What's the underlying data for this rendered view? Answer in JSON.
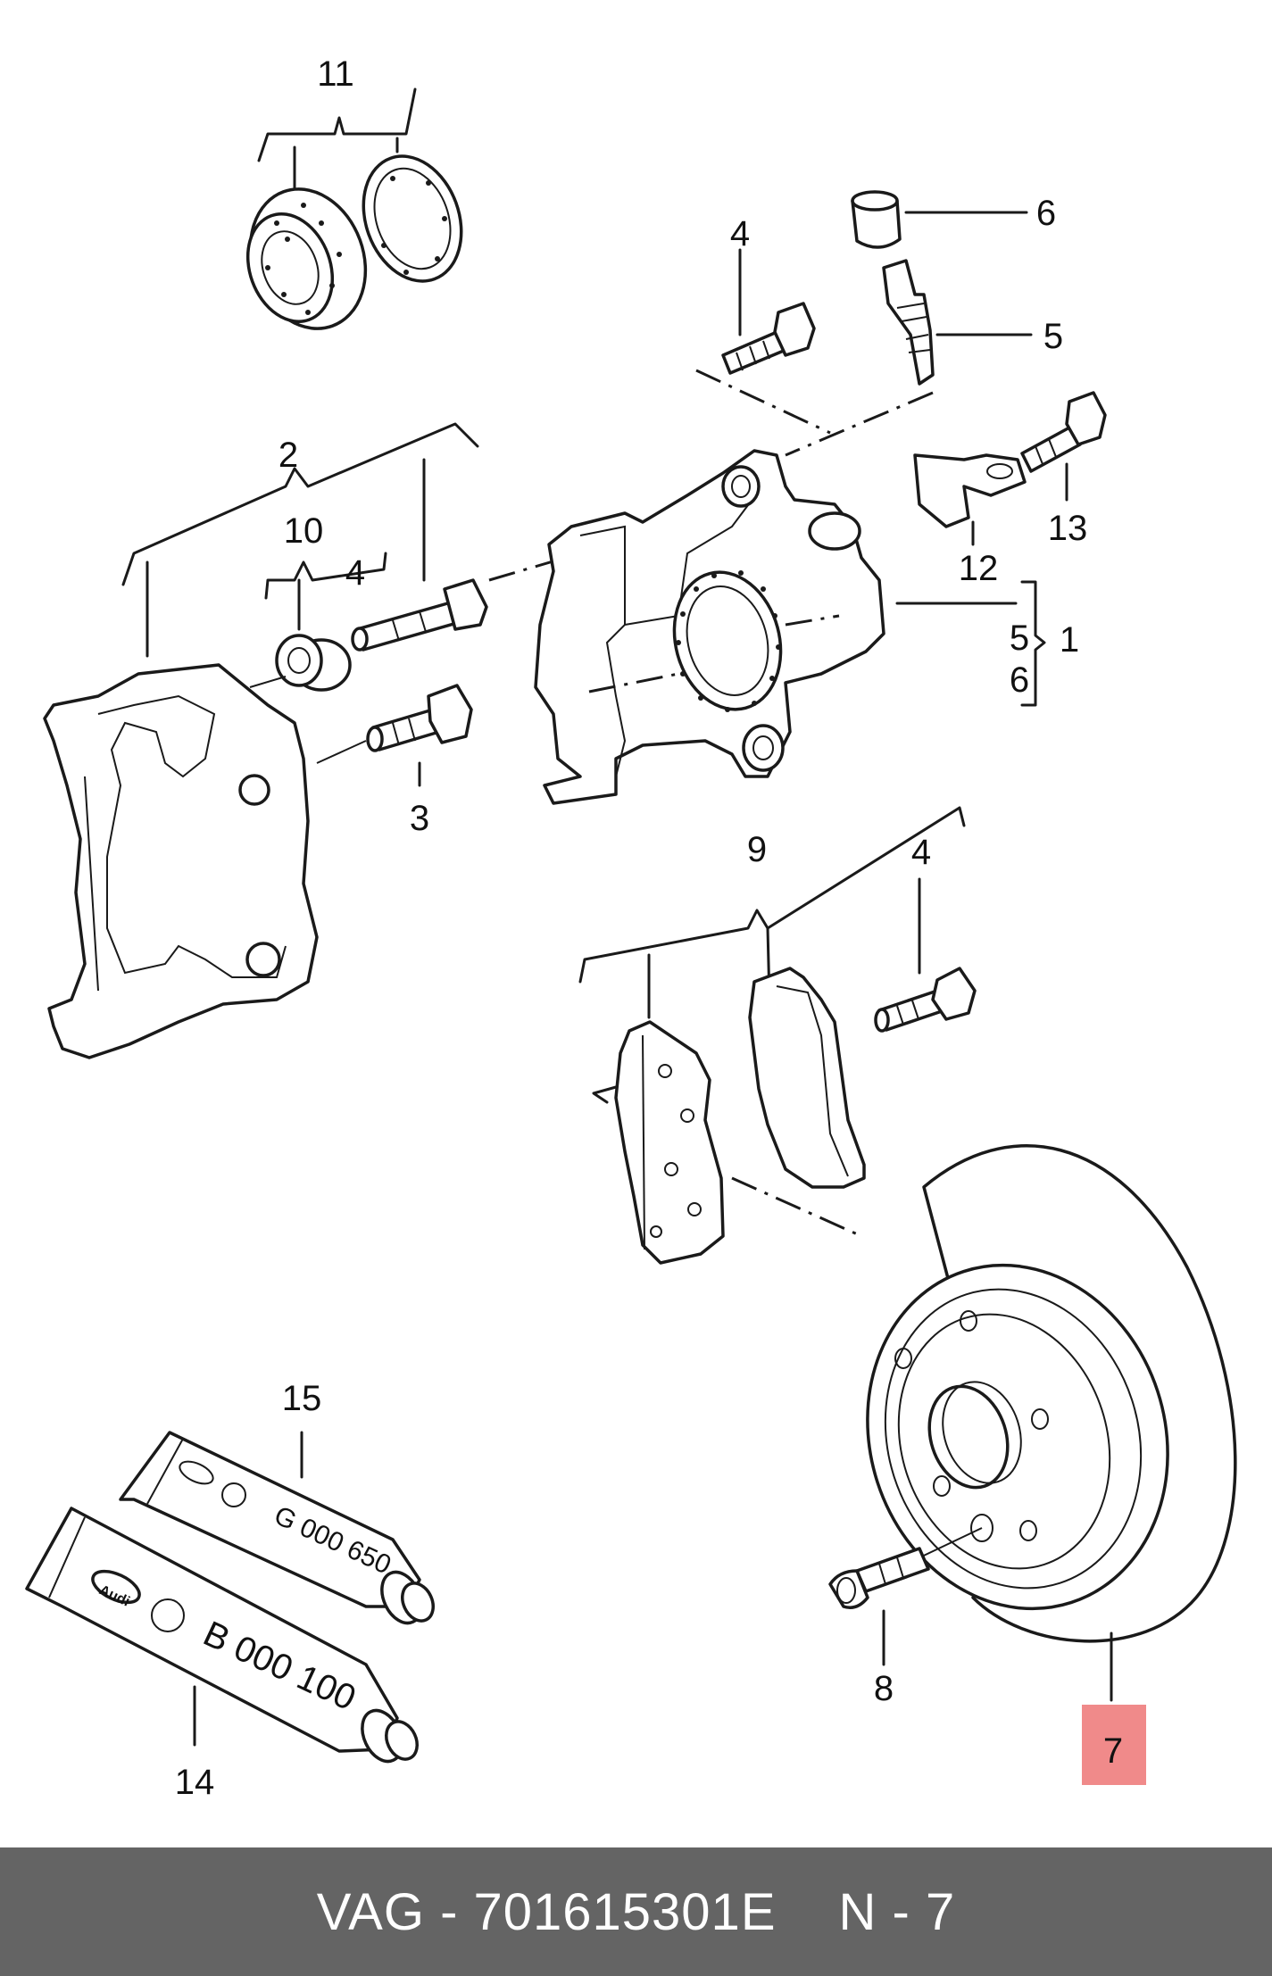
{
  "callouts": {
    "c1": "1",
    "c2": "2",
    "c3": "3",
    "c4_top": "4",
    "c4_mid": "4",
    "c4_pad": "4",
    "c5_top": "5",
    "c5_bracket": "5",
    "c6_top": "6",
    "c6_bracket": "6",
    "c7": "7",
    "c8": "8",
    "c9": "9",
    "c10": "10",
    "c11": "11",
    "c12": "12",
    "c13": "13",
    "c14": "14",
    "c15": "15"
  },
  "tubes": {
    "upper_code": "G 000 650",
    "lower_code": "B 000 100",
    "logo_word": "Audi"
  },
  "highlight_color": "#f08a8a",
  "footer": {
    "part_text": "VAG - 701615301E",
    "position_text": "N - 7"
  }
}
